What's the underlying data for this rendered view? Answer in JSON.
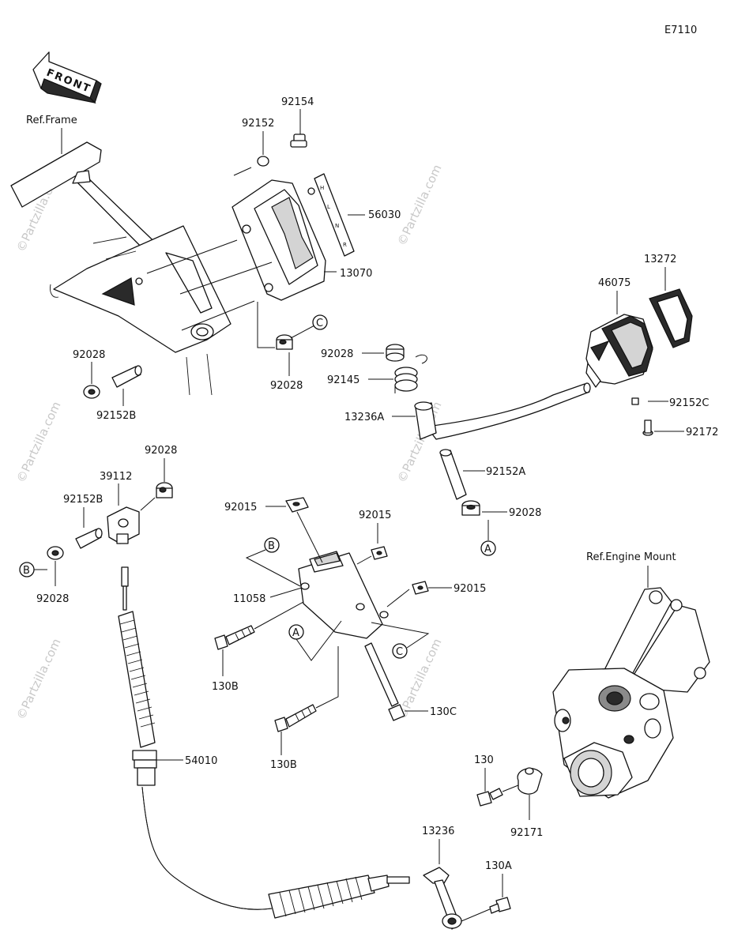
{
  "diagram": {
    "code": "E7110",
    "front_arrow": "FRONT",
    "watermark": "©Partzilla.com",
    "ref_frame": "Ref.Frame",
    "ref_engine_mount": "Ref.Engine Mount",
    "callouts": {
      "a": "A",
      "b": "B",
      "c": "C"
    },
    "parts": {
      "p92154": "92154",
      "p92152": "92152",
      "p56030": "56030",
      "p13070": "13070",
      "p92028_c": "92028",
      "p92028_left": "92028",
      "p92152B_left": "92152B",
      "p13272": "13272",
      "p46075": "46075",
      "p92028_bush": "92028",
      "p92145": "92145",
      "p13236A": "13236A",
      "p92152C": "92152C",
      "p92172": "92172",
      "p92152A": "92152A",
      "p92028_a": "92028",
      "p92028_top": "92028",
      "p39112": "39112",
      "p92152B_mid": "92152B",
      "p92028_b": "92028",
      "p92015_a": "92015",
      "p92015_b": "92015",
      "p92015_c": "92015",
      "p11058": "11058",
      "p130B_a": "130B",
      "p130B_b": "130B",
      "p130C": "130C",
      "p54010": "54010",
      "p130": "130",
      "p92171": "92171",
      "p13236": "13236",
      "p130A": "130A"
    }
  }
}
